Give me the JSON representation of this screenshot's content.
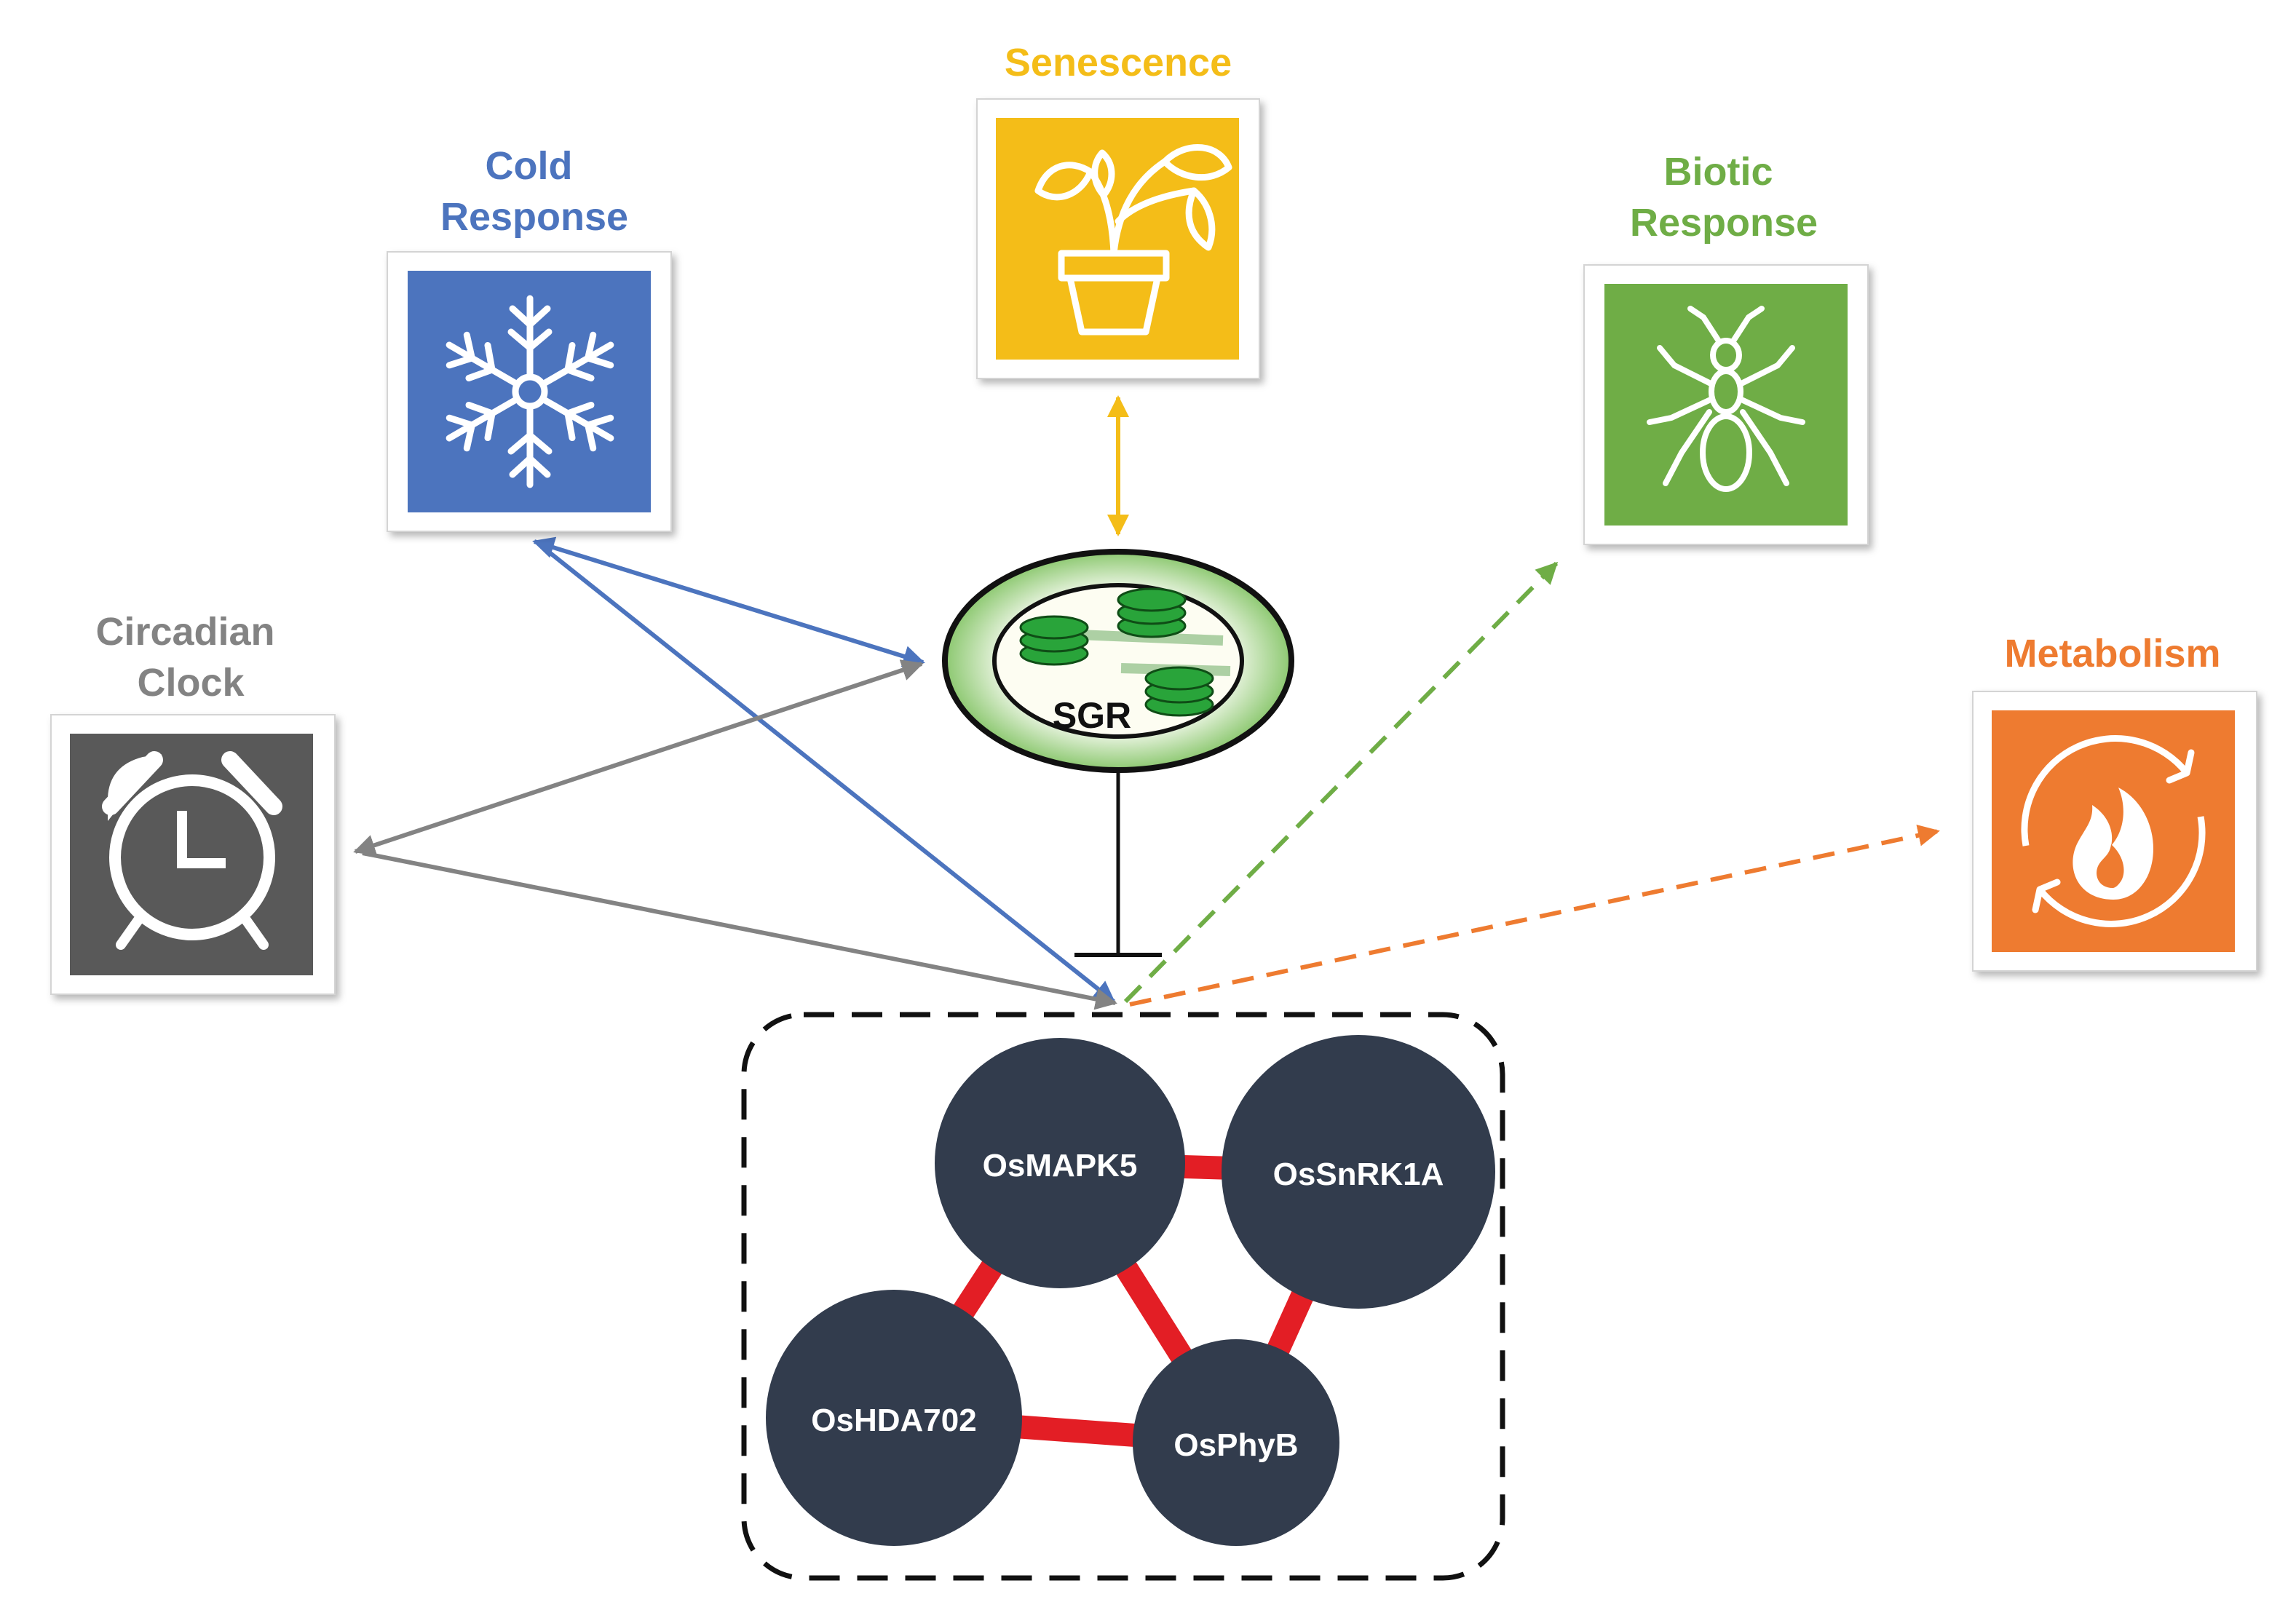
{
  "categories": {
    "senescence": {
      "label": [
        "Senescence"
      ],
      "color": "#f4bd18",
      "icon": "potted-plant-icon"
    },
    "cold": {
      "label": [
        "Cold",
        "Response"
      ],
      "color": "#4c74be",
      "icon": "snowflake-icon"
    },
    "biotic": {
      "label": [
        "Biotic",
        "Response"
      ],
      "color": "#6fad46",
      "icon": "ant-icon"
    },
    "circadian": {
      "label": [
        "Circadian",
        "Clock"
      ],
      "color": "#838383",
      "icon": "alarm-clock-icon"
    },
    "metabolism": {
      "label": [
        "Metabolism"
      ],
      "color": "#ee7b30",
      "icon": "fire-cycle-icon"
    }
  },
  "chloroplast": {
    "label": "SGR",
    "color": "#29a43a"
  },
  "network": {
    "nodes": [
      "OsMAPK5",
      "OsSnRK1A",
      "OsHDA702",
      "OsPhyB"
    ],
    "node_color": "#323c4d",
    "edge_color": "#e31e25",
    "edges": [
      [
        "OsMAPK5",
        "OsSnRK1A"
      ],
      [
        "OsMAPK5",
        "OsHDA702"
      ],
      [
        "OsMAPK5",
        "OsPhyB"
      ],
      [
        "OsSnRK1A",
        "OsPhyB"
      ],
      [
        "OsHDA702",
        "OsPhyB"
      ]
    ]
  }
}
